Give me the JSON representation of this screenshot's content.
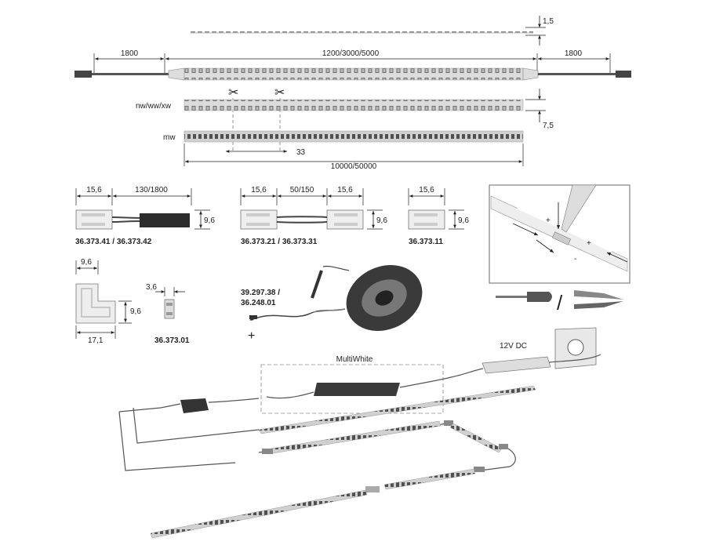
{
  "top": {
    "thickness": "1,5",
    "lead_left": "1800",
    "strip_lengths": "1200/3000/5000",
    "lead_right": "1800",
    "variant_a": "nw/ww/xw",
    "variant_b": "mw",
    "strip_height": "7,5",
    "cut_pitch": "33",
    "roll_lengths": "10000/50000"
  },
  "connectors": {
    "c1": {
      "w": "15,6",
      "cable": "130/1800",
      "h": "9,6",
      "code": "36.373.41 / 36.373.42"
    },
    "c2": {
      "w1": "15,6",
      "cable": "50/150",
      "w2": "15,6",
      "h": "9,6",
      "code": "36.373.21 / 36.373.31"
    },
    "c3": {
      "w": "15,6",
      "h": "9,6",
      "code": "36.373.11"
    },
    "corner": {
      "w": "9,6",
      "h": "9,6",
      "len": "17,1"
    },
    "clip": {
      "w": "3,6",
      "code": "36.373.01"
    },
    "solder": {
      "code_line1": "39.297.38 /",
      "code_line2": "36.248.01",
      "minus": "-",
      "plus": "+"
    }
  },
  "install": {
    "plus1": "+",
    "minus1": "-",
    "plus2": "+",
    "minus2": "-",
    "divider": "/"
  },
  "system": {
    "multiwhite": "MultiWhite",
    "psu": "12V DC"
  },
  "colors": {
    "line": "#222222",
    "strip": "#d9d9d9",
    "led": "#8a8a8a",
    "cable": "#555555",
    "dark": "#3a3a3a"
  }
}
